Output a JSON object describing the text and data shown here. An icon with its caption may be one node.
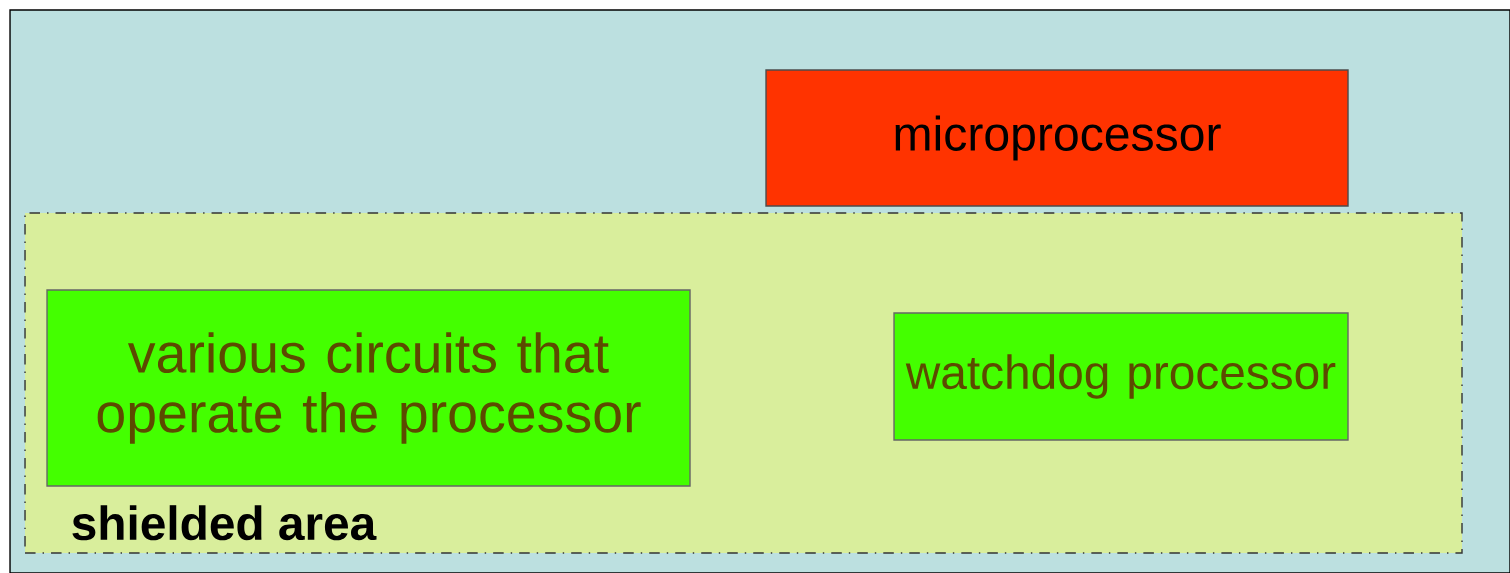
{
  "diagram": {
    "nodes": [
      {
        "text": [
          "microprocessor"
        ]
      },
      {
        "text": [
          "shielded area"
        ]
      },
      {
        "text": [
          "various circuits that operate the processor"
        ],
        "in": 1
      },
      {
        "text": [
          "watchdog processor"
        ],
        "in": 1
      }
    ]
  }
}
